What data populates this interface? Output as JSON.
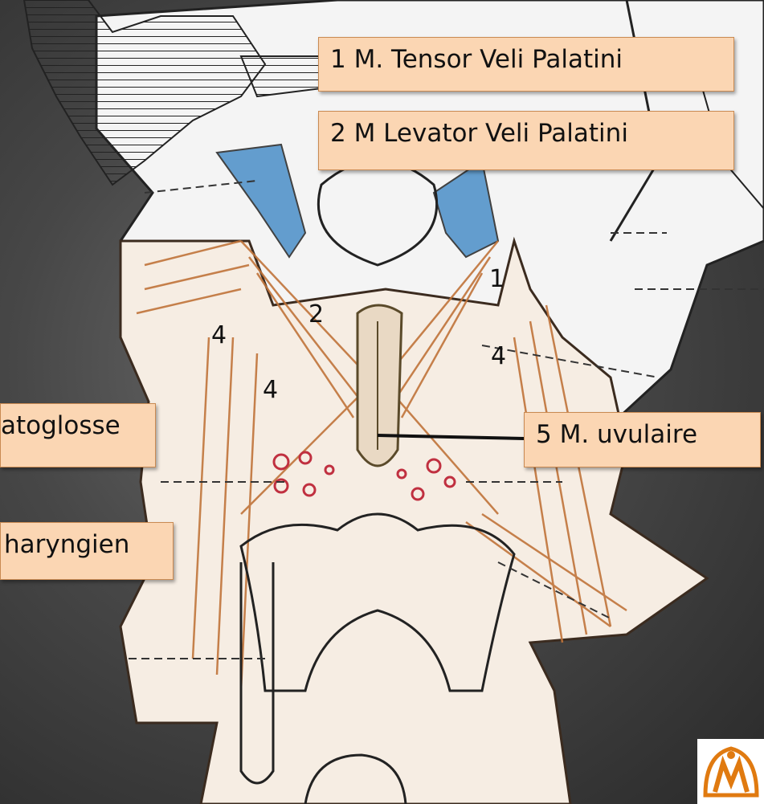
{
  "labels": {
    "tensor": "1 M. Tensor Veli Palatini",
    "levator": "2 M Levator Veli Palatini",
    "uvulaire": "5 M. uvulaire",
    "palatoglosse": "atoglosse",
    "palatopharyngien": "haryngien"
  },
  "numbers": {
    "n1": "1",
    "n2": "2",
    "n4_left": "4",
    "n4_right": "4",
    "n4_center": "4"
  },
  "colors": {
    "label_fill": "#fbd6b3",
    "label_border": "#c98a52",
    "muscle": "#c0743a",
    "tensor_blue": "#4a8fc8",
    "background": "#474747"
  },
  "icons": {
    "logo": "institution-logo-icon"
  }
}
